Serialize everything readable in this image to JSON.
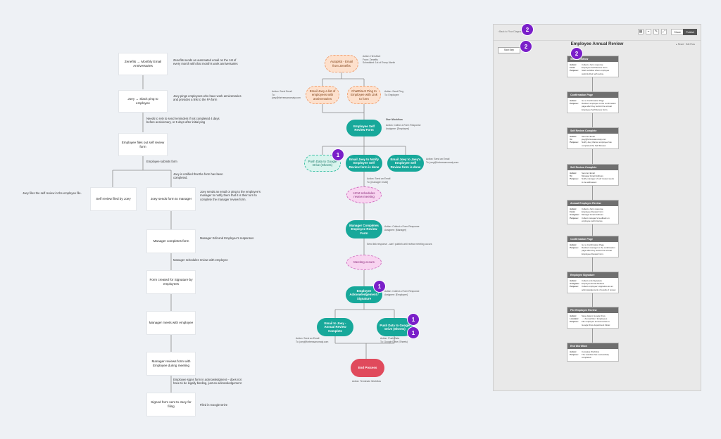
{
  "left_flow": {
    "boxes": [
      "Zenefits → Monthly Email Anniversaries",
      "Joey → Slack ping to employee",
      "Employee files out self review form",
      "Self review filed by Joey",
      "Joey sends form to manager",
      "Manager completes form",
      "Form created for Signature by employees",
      "Manager meets with employee",
      "Manager reviews form with Employee during meeting",
      "Signed form sent to Joey for filing"
    ],
    "notes": [
      "Zenefits sends an automated email on the 1st of every month with that month's work anniversaries",
      "Joey pings employees who have work anniversaries and provides a link to the PA form",
      "Needs to rely to send reminders if not completed 4 days before anniversary, or 5 days after initial ping",
      "Employee submits form",
      "Joey is notified that the form has been completed.",
      "Joey files the self review in the employee file.",
      "Joey sends an email or ping to the employee's manager to notify them that it is their turn to complete the manager review form.",
      "Manager Edit and Employee's responses",
      "Manager schedules review with employee",
      "Employee signs form in acknowledgment – does not have to be legally binding, just an acknowledgement",
      "Filed in Google Drive"
    ]
  },
  "mid_flow": {
    "nodes": {
      "autopilot": "Autopilot - Email from Zenefits",
      "email_joey": "Email Joey a list of employees with anniversaries",
      "chatdirect": "ChatDirect Ping to Employee with Link to form",
      "self_review": "Employee Self Review Form",
      "push_drive": "Push Data to Google Drive (Sheets)",
      "email_hr": "Email Joey to Notify Employee Self Review form is done",
      "email_mgr": "Email Joey to Joey's Employee Self Review form is done",
      "hr_schedules": "HCM schedules review meeting",
      "mgr_completes": "Manager Completes Employee Review Form",
      "meeting": "Meeting occurs",
      "ack": "Employee Acknowledgement / Signature",
      "email_complete": "Email to Joey - Annual Review Complete",
      "push_drive2": "Push Data to Google Drive (Sheets)",
      "end": "End Process"
    },
    "side_notes": {
      "autopilot": "Action: Hint Alive\nFrom: Zenefits\nScheduled: 1st of Every Month",
      "email_joey": "Action: Send Email\nTo: joey@fortressanomaly.com",
      "chatdirect": "Action: Send Ping\nTo: Employee",
      "start_workflow": "Start Workflow",
      "self_review": "Action: Collect a Form Response\nAssignee: [Employee]",
      "email_hr": "Action: Send an Email\nTo: joey@fortressanomaly.com",
      "hr_schedules": "Action: Send an Email\nTo: [manager email]",
      "mgr_completes": "Action: Collect a Form Response\nAssignee: [Manager]",
      "meeting_note": "Send link response - can't publish until review meeting occurs",
      "ack": "Action: Collect a Form Response\nAssignee: [Employee]",
      "email_complete": "Action: Send an Email\nTo: joey@fortressanomaly.com",
      "push_drive2": "Action: Push Data\nTo: Google Drive (Sheets)",
      "end": "Action: Terminate Workflow"
    }
  },
  "panel": {
    "breadcrumb": "‹ Back to Flow Diagrams",
    "title": "Employee Annual Review",
    "start_step": "Start Step",
    "reset": "▸ Reset · Edit Flow",
    "buttons": {
      "share": "Share",
      "publish": "Publish"
    },
    "cards": [
      {
        "title": "Start Workflow",
        "rows": [
          [
            "Action:",
            "Collect a form response"
          ],
          [
            "Form:",
            "Employee Self Review Form"
          ],
          [
            "Purpose:",
            "Start workflow when employee submits their self review."
          ]
        ]
      },
      {
        "title": "Confirmation Page",
        "rows": [
          [
            "Action:",
            "Go to Confirmation Page"
          ],
          [
            "Purpose:",
            "Redirect employee to the confirmation page after they submit the annual Employee Self Review Form."
          ]
        ]
      },
      {
        "title": "Self Review Complete",
        "rows": [
          [
            "Action:",
            "Send an Email"
          ],
          [
            "To:",
            "joey@fortressanomaly.com"
          ],
          [
            "Purpose:",
            "Notify Joey that an employee has completed the Self Review."
          ]
        ]
      },
      {
        "title": "Self Review Complete",
        "rows": [
          [
            "Action:",
            "Send an Email"
          ],
          [
            "To:",
            "Manager Email Address"
          ],
          [
            "Purpose:",
            "Notify manager of self review needs to be addressed."
          ]
        ]
      },
      {
        "title": "Annual Employee Review",
        "rows": [
          [
            "Action:",
            "Collect a form response"
          ],
          [
            "Form:",
            "Employee Review Form"
          ],
          [
            "Assignee:",
            "Manager Email Address"
          ],
          [
            "Purpose:",
            "Collect manager's feedback on employee performance."
          ]
        ]
      },
      {
        "title": "Confirmation Page",
        "rows": [
          [
            "Action:",
            "Go to Confirmation Page"
          ],
          [
            "Purpose:",
            "Redirect manager to the confirmation page after they submit the annual Employee Review Form."
          ]
        ]
      },
      {
        "title": "Employee Signature",
        "rows": [
          [
            "Action:",
            "Collect an E-Signature"
          ],
          [
            "Assignee:",
            "Employee Email Address"
          ],
          [
            "Purpose:",
            "Collect employee's signature as an acknowledgement of results of review."
          ]
        ]
      },
      {
        "title": "File Employee Review",
        "rows": [
          [
            "Action:",
            "Save data to Google Drive"
          ],
          [
            "Location:",
            "... / Annual Rev / Employees"
          ],
          [
            "Purpose:",
            "File employee annual review to Google Drive department folder."
          ]
        ]
      },
      {
        "title": "End Workflow",
        "rows": [
          [
            "Action:",
            "Complete Workflow"
          ],
          [
            "Purpose:",
            "The workflow has successfully completed."
          ]
        ]
      }
    ]
  },
  "badges": [
    "2",
    "2",
    "2",
    "1",
    "1",
    "1",
    "1"
  ]
}
